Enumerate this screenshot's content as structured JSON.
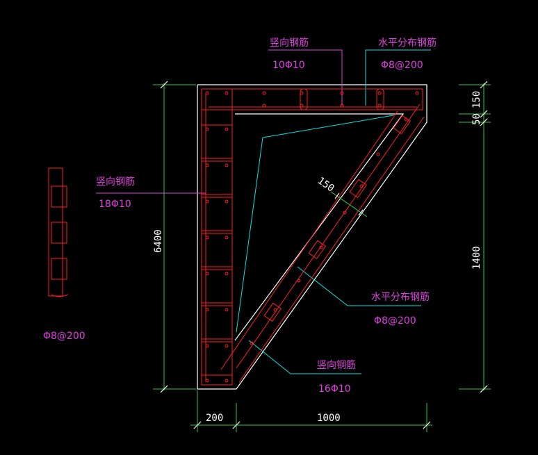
{
  "colors": {
    "background": "#000000",
    "outline": "#ffffff",
    "rebar": "#ff2020",
    "leader": "#00e5e5",
    "dimension": "#2ecc40",
    "label": "#e040e0",
    "tick": "#ffffff"
  },
  "labels": {
    "top_vertical_title": "竖向钢筋",
    "top_vertical_spec": "10Φ10",
    "top_horizontal_title": "水平分布钢筋",
    "top_horizontal_spec": "Φ8@200",
    "left_vertical_title": "竖向钢筋",
    "left_vertical_spec": "18Φ10",
    "diag_horizontal_title": "水平分布钢筋",
    "diag_horizontal_spec": "Φ8@200",
    "diag_vertical_title": "竖向钢筋",
    "diag_vertical_spec": "16Φ10",
    "detail_spec": "Φ8@200"
  },
  "dimensions": {
    "height_total": "6400",
    "width_wall": "200",
    "width_span": "1000",
    "right_top": "150",
    "right_mid": "50",
    "right_lower": "1400",
    "diag_thickness": "150"
  }
}
